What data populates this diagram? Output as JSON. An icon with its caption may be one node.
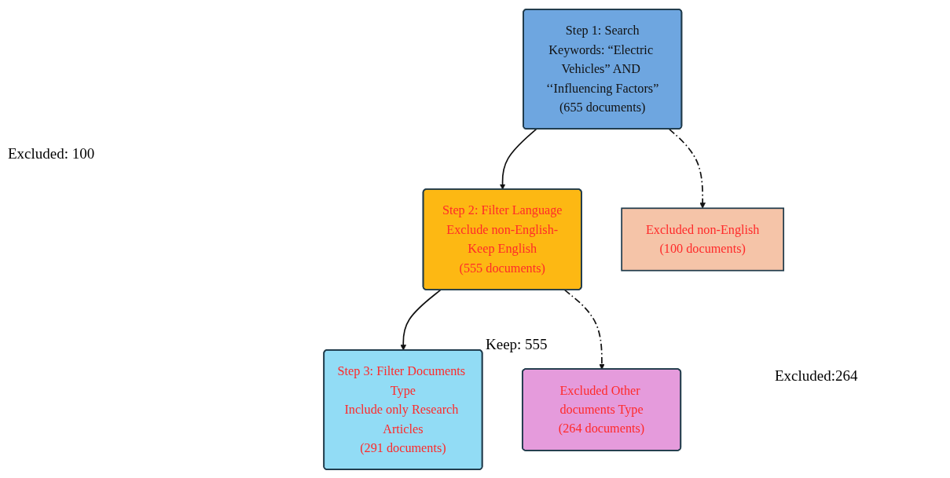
{
  "diagram": {
    "nodes": [
      {
        "text": [
          "Step 1: Search",
          "Keywords: “Electric Vehicles” AND ‘‘Influencing Factors”",
          "(655 documents)"
        ]
      },
      {
        "text": [
          "Step 2: Filter Language",
          "Exclude non-English-Keep English",
          "(555 documents)"
        ]
      },
      {
        "text": [
          "Excluded non-English",
          "(100 documents)"
        ]
      },
      {
        "text": [
          "Step 3: Filter Documents Type",
          "Include only Research Articles",
          "(291 documents)"
        ]
      },
      {
        "text": [
          "Excluded Other documents Type",
          "(264 documents)"
        ]
      }
    ],
    "edges": [
      {
        "from": 0,
        "to": 1,
        "arrow": "to"
      },
      {
        "from": 0,
        "to": 2,
        "arrow": "to",
        "style": "dashed"
      },
      {
        "from": 1,
        "to": 3,
        "arrow": "to"
      },
      {
        "from": 1,
        "to": 4,
        "arrow": "to",
        "style": "dashed"
      }
    ],
    "labels": [
      "Excluded: 100",
      "Keep: 555",
      "Excluded:264"
    ]
  }
}
